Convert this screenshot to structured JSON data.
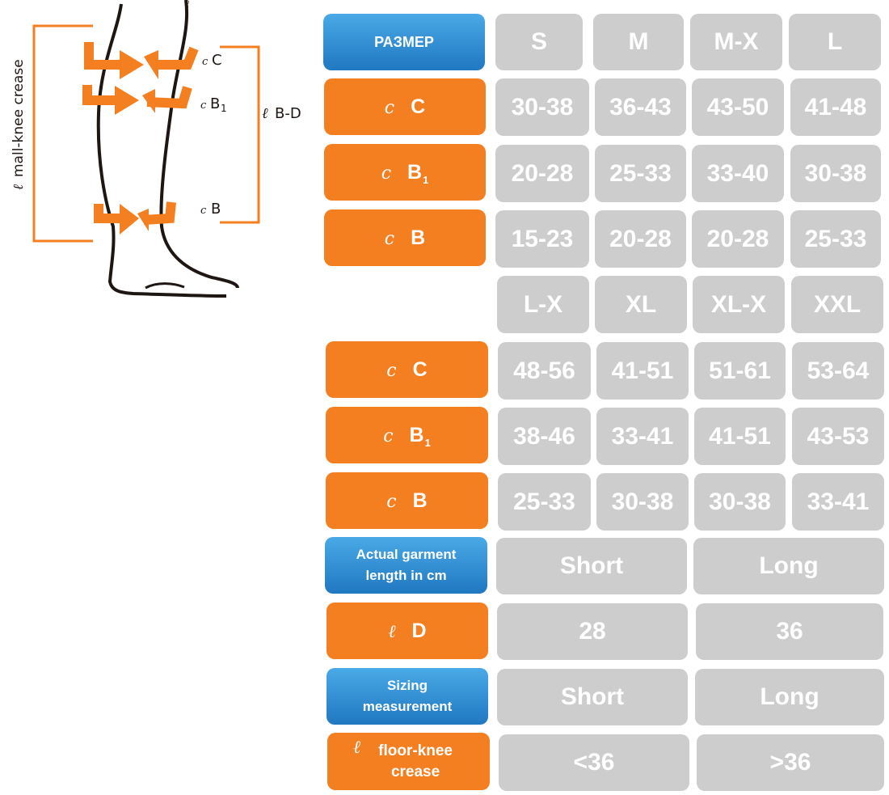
{
  "diagram": {
    "label_c": "C",
    "label_b1": "B",
    "label_b1_sub": "1",
    "label_b": "B",
    "label_bd": "B-D",
    "label_mall_knee": "mall-knee crease",
    "sym_c": "c",
    "sym_l": "ℓ"
  },
  "table": {
    "header_label": "РАЗМЕР",
    "sizes_1": [
      "S",
      "M",
      "M-X",
      "L"
    ],
    "sizes_2": [
      "L-X",
      "XL",
      "XL-X",
      "XXL"
    ],
    "row_c_label": "C",
    "row_b1_label": "B",
    "row_b1_sub": "1",
    "row_b_label": "B",
    "block1": {
      "c": [
        "30-38",
        "36-43",
        "43-50",
        "41-48"
      ],
      "b1": [
        "20-28",
        "25-33",
        "33-40",
        "30-38"
      ],
      "b": [
        "15-23",
        "20-28",
        "20-28",
        "25-33"
      ]
    },
    "block2": {
      "c": [
        "48-56",
        "41-51",
        "51-61",
        "53-64"
      ],
      "b1": [
        "38-46",
        "33-41",
        "41-51",
        "43-53"
      ],
      "b": [
        "25-33",
        "30-38",
        "30-38",
        "33-41"
      ]
    },
    "actual_length_label": "Actual garment length in cm",
    "actual_length_values": [
      "Short",
      "Long"
    ],
    "ld_label": "D",
    "ld_values": [
      "28",
      "36"
    ],
    "sizing_label": "Sizing measurement",
    "sizing_values": [
      "Short",
      "Long"
    ],
    "floor_knee_label": "floor-knee crease",
    "floor_knee_values": [
      "<36",
      ">36"
    ]
  },
  "colors": {
    "orange": "#f47f20",
    "gray": "#cdcdcd",
    "blue": "#2078c1",
    "leg_outline": "#1e1612"
  }
}
